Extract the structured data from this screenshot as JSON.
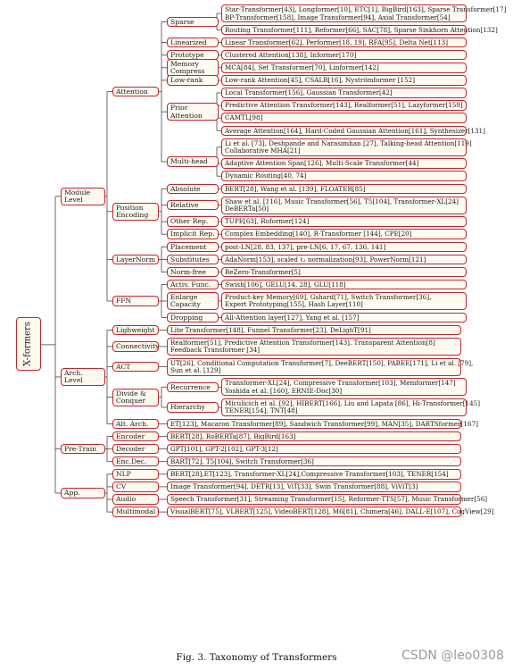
{
  "caption": "Fig. 3.  Taxonomy of Transformers",
  "watermark": "CSDN @leo0308",
  "tree": {
    "label": "X-formers",
    "children": [
      {
        "label": "Module\nLevel",
        "children": [
          {
            "label": "Attention",
            "children": [
              {
                "label": "Sparse",
                "leaves": [
                  "Star-Transformer[43], Longformer[10], ETC[1], BigBird[163], Sparse Transformer[17]\nBP-Transformer[158], Image Transformer[94], Axial Transformer[54]",
                  "Routing Transformer[111], Reformer[66], SAC[78], Sparse Sinkhorn Attention[132]"
                ]
              },
              {
                "label": "Linearized",
                "leaves": [
                  "Linear Transformer[62], Performer[18, 19], RFA[95], Delta Net[113]"
                ]
              },
              {
                "label": "Prototype",
                "leaves": [
                  "Clustered Attention[138], Informer[170]"
                ]
              },
              {
                "label": "Memory\nCompress",
                "leaves": [
                  "MCA[84], Set Transformer[70], Linformer[142]"
                ]
              },
              {
                "label": "Low-rank",
                "leaves": [
                  "Low-rank Attention[45], CSALR[16], Nyströmformer [152]"
                ]
              },
              {
                "label": "Prior\nAttention",
                "leaves": [
                  "Local Transformer[156], Gaussian Transformer[42]",
                  "Predictive Attention Transformer[143], Realformer[51], Lazyformer[159]",
                  "CAMTL[98]",
                  "Average Attention[164], Hard-Coded Gaussian Attention[161], Synthesizer[131]"
                ]
              },
              {
                "label": "Multi-head",
                "leaves": [
                  "Li et al. [73], Deshpande and Narasimhan [27], Talking-head Attention[119]\nCollaborative MHA[21]",
                  "Adaptive Attention Span[126], Multi-Scale Transformer[44]",
                  "Dynamic Routing[40, 74]"
                ]
              }
            ]
          },
          {
            "label": "Position\nEncoding",
            "children": [
              {
                "label": "Absolute",
                "leaves": [
                  "BERT[28], Wang et al. [139], FLOATER[85]"
                ]
              },
              {
                "label": "Relative",
                "leaves": [
                  "Shaw et al. [116], Music Transformer[56], T5[104], Transformer-XL[24]\nDeBERTa[50]"
                ]
              },
              {
                "label": "Other Rep.",
                "leaves": [
                  "TUPE[63], Roformer[124]"
                ]
              },
              {
                "label": "Implicit Rep.",
                "leaves": [
                  "Complex Embedding[140], R-Transformer [144], CPE[20]"
                ]
              }
            ]
          },
          {
            "label": "LayerNorm",
            "children": [
              {
                "label": "Placement",
                "leaves": [
                  "post-LN[28, 83, 137], pre-LN[6, 17, 67, 136, 141]"
                ]
              },
              {
                "label": "Substitutes",
                "leaves": [
                  "AdaNorm[153], scaled ℓ₂ normalization[93], PowerNorm[121]"
                ]
              },
              {
                "label": "Norm-free",
                "leaves": [
                  "ReZero-Transformer[5]"
                ]
              }
            ]
          },
          {
            "label": "FFN",
            "children": [
              {
                "label": "Activ. Func.",
                "leaves": [
                  "Swish[106], GELU[14, 28], GLU[118]"
                ]
              },
              {
                "label": "Enlarge\nCapacity",
                "leaves": [
                  "Product-key Memory[69], Gshard[71], Switch Transformer[36],\nExpert Prototyping[155], Hash Layer[110]"
                ]
              },
              {
                "label": "Dropping",
                "leaves": [
                  "All-Attention layer[127], Yang et al. [157]"
                ]
              }
            ]
          }
        ]
      },
      {
        "label": "Arch.\nLevel",
        "children": [
          {
            "label": "Lighweight",
            "leaves": [
              "Lite Transformer[148], Funnel Transformer[23], DeLighT[91]"
            ]
          },
          {
            "label": "Connectivity",
            "leaves": [
              "Realformer[51], Predictive Attention Transformer[143], Transparent Attention[8]\nFeedback Transformer [34]"
            ]
          },
          {
            "label": "ACT",
            "leaves": [
              "UT[26], Conditional Computation Transformer[7], DeeBERT[150], PABEE[171], Li et al. [79],\nSun et al. [129]"
            ]
          },
          {
            "label": "Divide &\nConquer",
            "children": [
              {
                "label": "Recurrence",
                "leaves": [
                  "Transformer-XL[24], Compressive Transformer[103], Memformer[147]\nYoshida et al. [160], ERNIE-Doc[30]"
                ]
              },
              {
                "label": "Hierarchy",
                "leaves": [
                  "Miculicich et al. [92], HIBERT[166], Liu and Lapata [86], Hi-Transformer[145]\nTENER[154], TNT[48]"
                ]
              }
            ]
          },
          {
            "label": "Alt. Arch.",
            "leaves": [
              "ET[123], Macaron Transformer[89], Sandwich Transformer[99], MAN[35], DARTSformer[167]"
            ]
          }
        ]
      },
      {
        "label": "Pre-Train",
        "children": [
          {
            "label": "Encoder",
            "leaves": [
              "BERT[28], RoBERTa[87], BigBird[163]"
            ]
          },
          {
            "label": "Decoder",
            "leaves": [
              "GPT[101], GPT-2[102], GPT-3[12]"
            ]
          },
          {
            "label": "Enc.Dec.",
            "leaves": [
              "BART[72], T5[104], Switch Transformer[36]"
            ]
          }
        ]
      },
      {
        "label": "App.",
        "children": [
          {
            "label": "NLP",
            "leaves": [
              "BERT[28],ET[123], Transformer-XL[24],Compressive Transformer[103], TENER[154]"
            ]
          },
          {
            "label": "CV",
            "leaves": [
              "Image Transformer[94], DETR[13], ViT[33], Swin Transformer[88], ViViT[3]"
            ]
          },
          {
            "label": "Audio",
            "leaves": [
              "Speech Transformer[31], Streaming Transformer[15], Reformer-TTS[57], Music Transformer[56]"
            ]
          },
          {
            "label": "Multimodal",
            "leaves": [
              "VisualBERT[75], VLBERT[125], VideoBERT[128], M6[81], Chimera[46], DALL-E[107], CogView[29]"
            ]
          }
        ]
      }
    ]
  }
}
